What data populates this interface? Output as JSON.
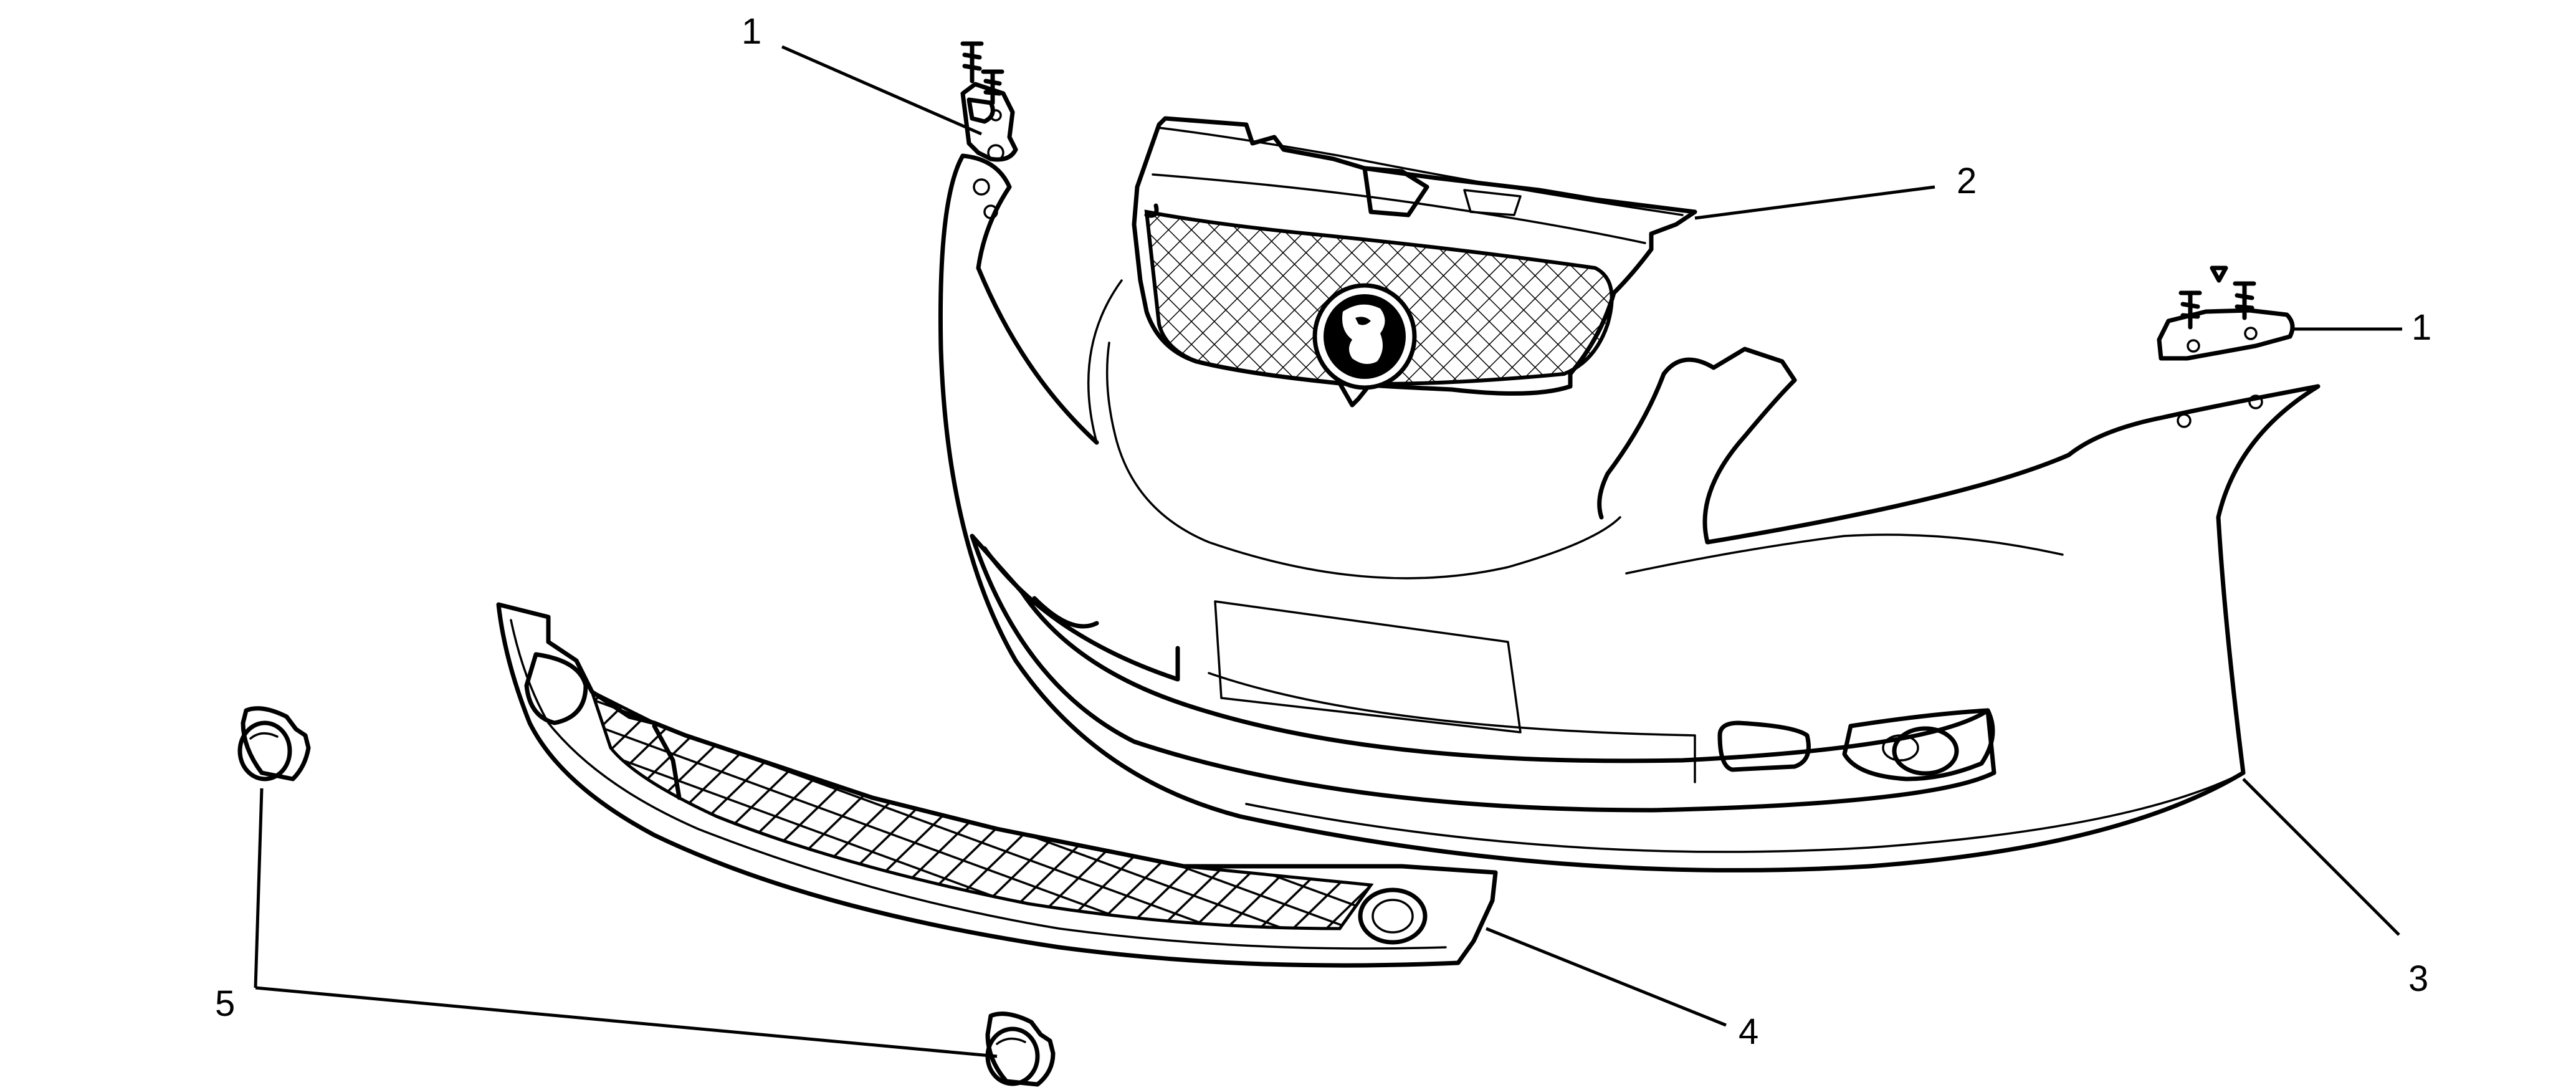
{
  "callouts": {
    "bracket_left": "1",
    "bracket_right": "1",
    "grille": "2",
    "bumper_fascia": "3",
    "lower_grille": "4",
    "fog_bezel": "5"
  },
  "colors": {
    "ink": "#000000",
    "background": "#ffffff"
  },
  "icons": {
    "emblem": "lion-emblem-icon"
  }
}
